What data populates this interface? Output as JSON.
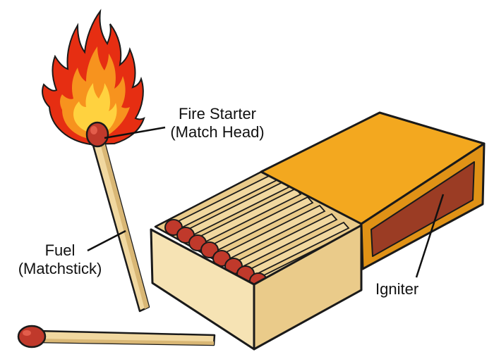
{
  "labels": {
    "fire_starter": {
      "title": "Fire Starter",
      "subtitle": "(Match Head)"
    },
    "fuel": {
      "title": "Fuel",
      "subtitle": "(Matchstick)"
    },
    "igniter": {
      "title": "Igniter"
    }
  },
  "colors": {
    "outline": "#1a1a1a",
    "wood": "#f1d8a0",
    "wood_shade": "#d9b775",
    "match_head": "#c0392b",
    "match_head_dark": "#8e1f16",
    "box_lid": "#f3a81f",
    "box_lid_side": "#e09216",
    "box_tray": "#f6e3b4",
    "box_tray_side": "#eacb8a",
    "striker": "#9b3c24",
    "flame_outer": "#e62e12",
    "flame_mid": "#f7931e",
    "flame_inner": "#ffd23f",
    "leader_line": "#111111"
  },
  "icons": {
    "flame": "flame-icon",
    "match": "match-icon",
    "matchbox": "matchbox-icon"
  }
}
